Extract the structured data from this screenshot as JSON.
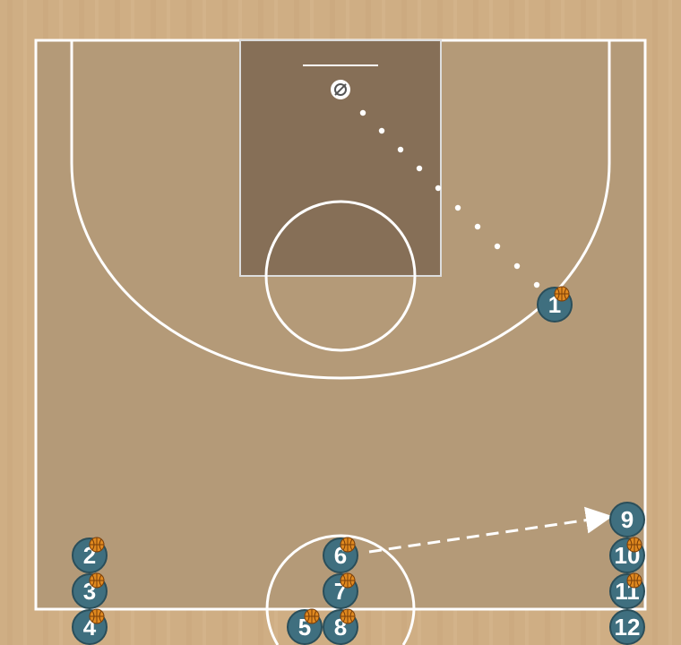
{
  "colors": {
    "floor": "#cfae84",
    "floor_dark": "#c7a67c",
    "court": "#b49a78",
    "paint": "#866f57",
    "lines": "#ffffff",
    "player_fill": "#3f6f7f",
    "player_stroke": "#2a4e5a",
    "ball": "#e0891f",
    "ball_lines": "#7a3f0a"
  },
  "court": {
    "rim_icon": "basket-rim-icon",
    "ball_icon": "basketball-icon"
  },
  "players": [
    {
      "id": "p1",
      "label": "1",
      "has_ball": true
    },
    {
      "id": "p2",
      "label": "2",
      "has_ball": true
    },
    {
      "id": "p3",
      "label": "3",
      "has_ball": true
    },
    {
      "id": "p4",
      "label": "4",
      "has_ball": true
    },
    {
      "id": "p5",
      "label": "5",
      "has_ball": true
    },
    {
      "id": "p6",
      "label": "6",
      "has_ball": true
    },
    {
      "id": "p7",
      "label": "7",
      "has_ball": true
    },
    {
      "id": "p8",
      "label": "8",
      "has_ball": true
    },
    {
      "id": "p9",
      "label": "9",
      "has_ball": false
    },
    {
      "id": "p10",
      "label": "10",
      "has_ball": true
    },
    {
      "id": "p11",
      "label": "11",
      "has_ball": true
    },
    {
      "id": "p12",
      "label": "12",
      "has_ball": false
    }
  ],
  "actions": [
    {
      "type": "shot",
      "from": "p1",
      "to": "rim",
      "style": "dotted"
    },
    {
      "type": "pass",
      "from": "p6",
      "to": "p9",
      "style": "dashed-arrow"
    }
  ]
}
